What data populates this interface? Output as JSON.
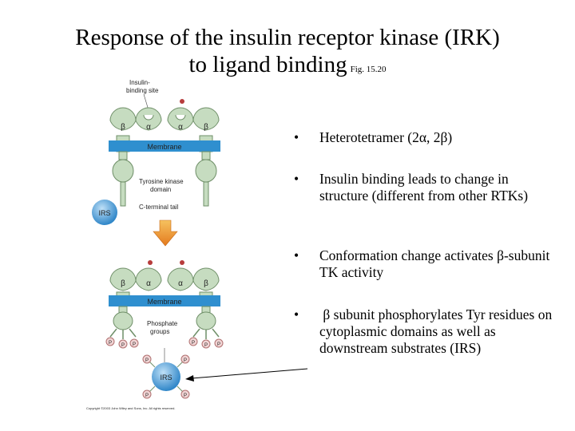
{
  "slide": {
    "title_line1": "Response of the insulin receptor kinase (IRK)",
    "title_line2": "to ligand binding",
    "fig_ref": "Fig. 15.20"
  },
  "diagram": {
    "insulin_site_label_1": "Insulin-",
    "insulin_site_label_2": "binding site",
    "membrane_label": "Membrane",
    "tk_label_1": "Tyrosine kinase",
    "tk_label_2": "domain",
    "ctail_label": "C-terminal tail",
    "irs_label": "IRS",
    "beta": "β",
    "alpha": "α",
    "phosphate_label_1": "Phosphate",
    "phosphate_label_2": "groups",
    "p": "P",
    "copyright": "Copyright ©2003 John Wiley and Sons, Inc. All rights reserved.",
    "colors": {
      "receptor": "#c6dcc0",
      "receptor_stroke": "#6f8f68",
      "membrane": "#2f8fcf",
      "irs": "#3f9ad6",
      "arrow": "#f0a33a",
      "phosphate": "#f1d4d4",
      "insulin": "#b73c3c"
    }
  },
  "bullets": [
    "Heterotetramer (2α, 2β)",
    "Insulin binding leads to change in structure (different from other RTKs)",
    "Conformation change activates β-subunit TK activity",
    " β subunit phosphorylates Tyr residues on cytoplasmic domains as well as downstream substrates (IRS)"
  ]
}
